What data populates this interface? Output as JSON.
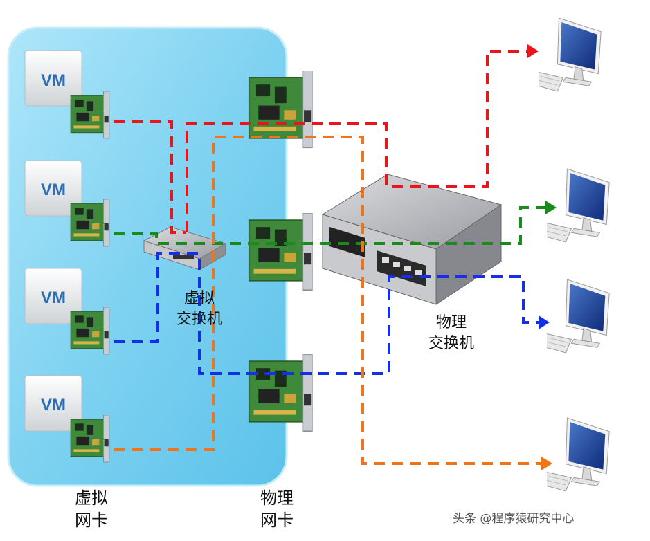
{
  "vm_label": "VM",
  "virtual_switch": {
    "line1": "虚拟",
    "line2": "交换机"
  },
  "physical_switch": {
    "line1": "物理",
    "line2": "交换机"
  },
  "virtual_nic": {
    "line1": "虚拟",
    "line2": "网卡"
  },
  "physical_nic": {
    "line1": "物理",
    "line2": "网卡"
  },
  "watermark": "头条 @程序猿研究中心",
  "colors": {
    "red": "#e8161b",
    "green": "#1a8a1a",
    "blue": "#1430e6",
    "orange": "#f07418",
    "host": "#7cd4f2"
  }
}
